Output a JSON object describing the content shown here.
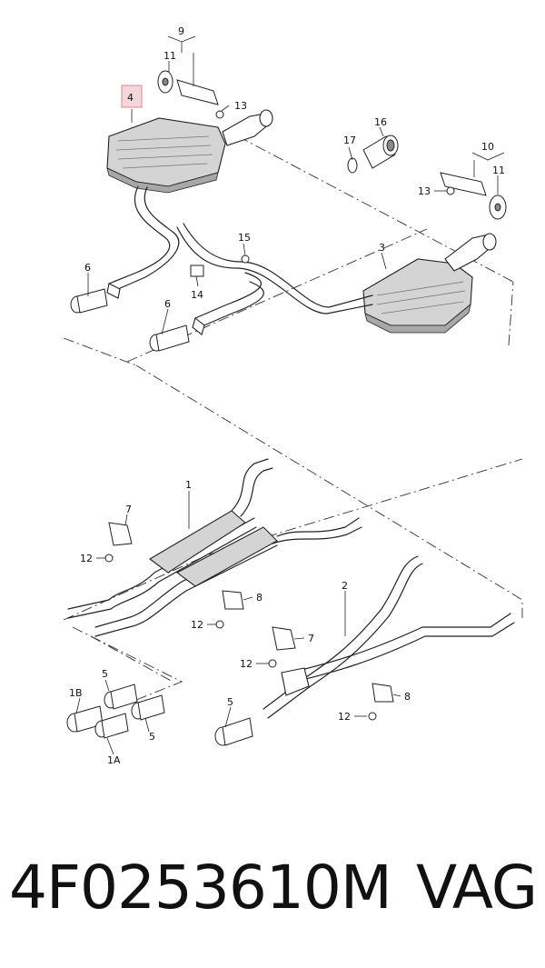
{
  "diagram": {
    "callouts": {
      "c4": "4",
      "c9": "9",
      "c11_top": "11",
      "c13_top": "13",
      "c16": "16",
      "c17": "17",
      "c10": "10",
      "c13_right": "13",
      "c11_right": "11",
      "c3": "3",
      "c15": "15",
      "c14": "14",
      "c6_upper": "6",
      "c6_lower": "6",
      "c1": "1",
      "c7_left": "7",
      "c12_a": "12",
      "c8_left": "8",
      "c12_b": "12",
      "c2": "2",
      "c7_right": "7",
      "c12_c": "12",
      "c8_right": "8",
      "c12_d": "12",
      "c5_a": "5",
      "c1b": "1B",
      "c5_b": "5",
      "c1a": "1A",
      "c5_c": "5"
    },
    "highlight_color": "#f3d7dc"
  },
  "footer": {
    "part_number": "4F0253610M",
    "brand": "VAG"
  }
}
